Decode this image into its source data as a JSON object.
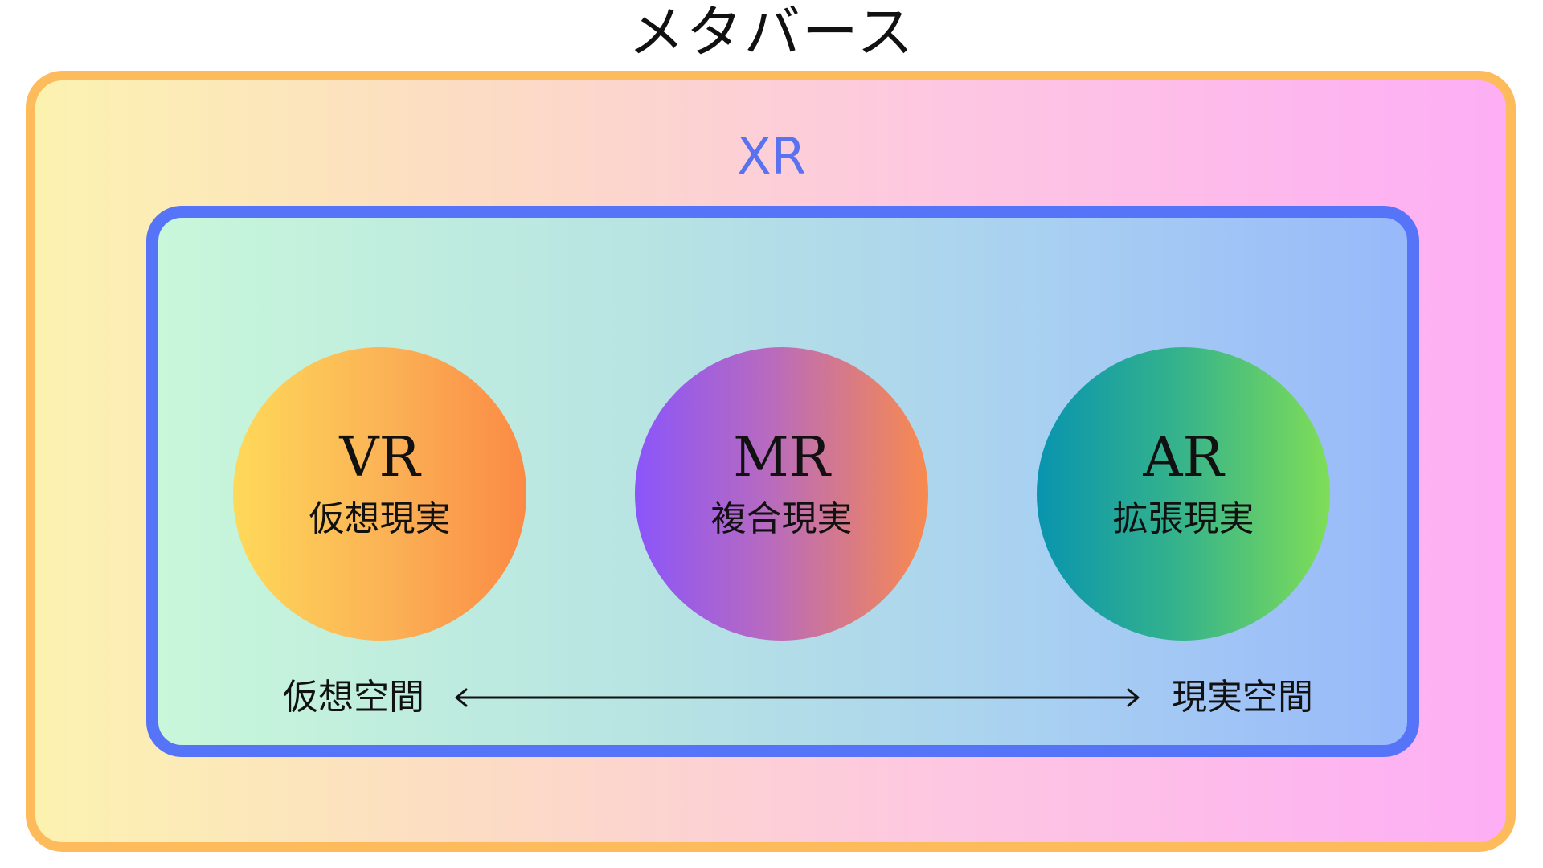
{
  "diagram": {
    "title": "メタバース",
    "xr_label": "XR",
    "circles": [
      {
        "abbr": "VR",
        "full": "仮想現実"
      },
      {
        "abbr": "MR",
        "full": "複合現実"
      },
      {
        "abbr": "AR",
        "full": "拡張現実"
      }
    ],
    "axis": {
      "left_label": "仮想空間",
      "right_label": "現実空間"
    },
    "colors": {
      "outer_border": "#fdbb5c",
      "inner_border": "#5574f7",
      "xr_text": "#5b72f0",
      "arrow": "#111111"
    }
  }
}
